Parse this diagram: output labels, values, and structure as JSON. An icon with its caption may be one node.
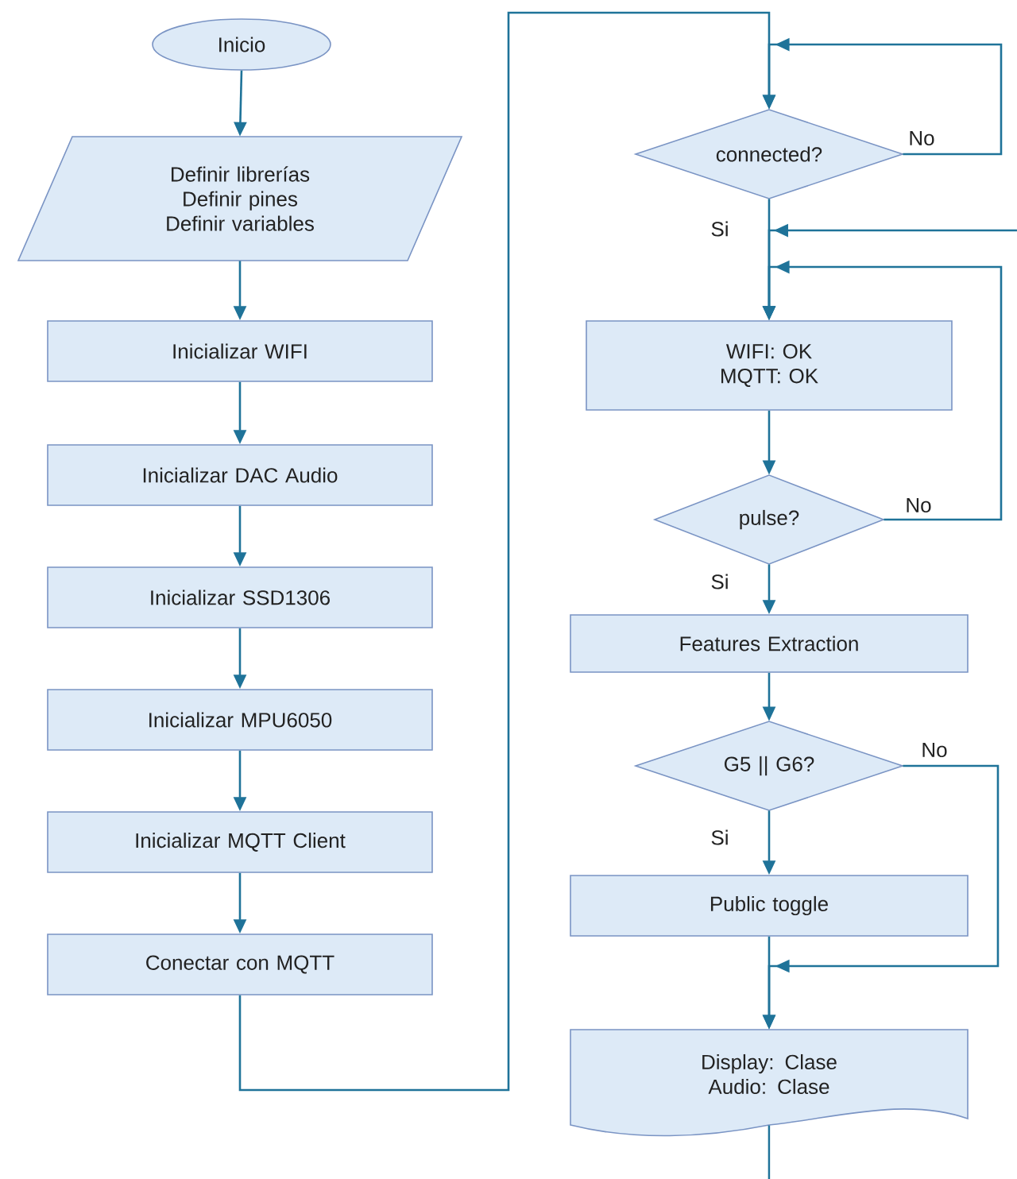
{
  "diagram": {
    "nodes": [
      {
        "text": [
          "Inicio"
        ]
      },
      {
        "text": [
          "Definir librerías Definir pines Definir variables"
        ]
      },
      {
        "text": [
          "Inicializar WIFI"
        ]
      },
      {
        "text": [
          "Inicializar DAC Audio"
        ]
      },
      {
        "text": [
          "Inicializar SSD1306"
        ]
      },
      {
        "text": [
          "Inicializar MPU6050"
        ]
      },
      {
        "text": [
          "Inicializar MQTT Client"
        ]
      },
      {
        "text": [
          "Conectar con MQTT"
        ]
      },
      {
        "text": [
          "connected?"
        ]
      },
      {
        "text": [
          "WIFI: OK MQTT: OK"
        ]
      },
      {
        "text": [
          "pulse?"
        ]
      },
      {
        "text": [
          "Features Extraction"
        ]
      },
      {
        "text": [
          "G5 || G6?"
        ]
      },
      {
        "text": [
          "Public toggle"
        ]
      },
      {
        "text": [
          "Display: Clase Audio: Clase"
        ]
      }
    ],
    "edges": [
      {
        "from": 0,
        "to": 1,
        "arrow": "to"
      },
      {
        "from": 1,
        "to": 2,
        "arrow": "to"
      },
      {
        "from": 2,
        "to": 3,
        "arrow": "to"
      },
      {
        "from": 3,
        "to": 4,
        "arrow": "to"
      },
      {
        "from": 4,
        "to": 5,
        "arrow": "to"
      },
      {
        "from": 5,
        "to": 6,
        "arrow": "to"
      },
      {
        "from": 6,
        "to": 7,
        "arrow": "to"
      },
      {
        "from": 7,
        "to": 8,
        "arrow": "to"
      },
      {
        "from": 8,
        "to": 8,
        "arrow": "to",
        "label": "No"
      },
      {
        "from": 8,
        "to": 9,
        "arrow": "to",
        "label": "Si"
      },
      {
        "from": null,
        "to": 9,
        "arrow": "to"
      },
      {
        "from": 9,
        "to": 10,
        "arrow": "to"
      },
      {
        "from": 10,
        "to": 9,
        "arrow": "to",
        "label": "No"
      },
      {
        "from": 10,
        "to": 11,
        "arrow": "to",
        "label": "Si"
      },
      {
        "from": 11,
        "to": 12,
        "arrow": "to"
      },
      {
        "from": 12,
        "to": 13,
        "arrow": "to",
        "label": "Si"
      },
      {
        "from": 12,
        "to": 14,
        "arrow": "to",
        "label": "No"
      },
      {
        "from": 13,
        "to": 14,
        "arrow": "to"
      },
      {
        "from": 14,
        "to": null,
        "arrow": "none"
      }
    ]
  }
}
